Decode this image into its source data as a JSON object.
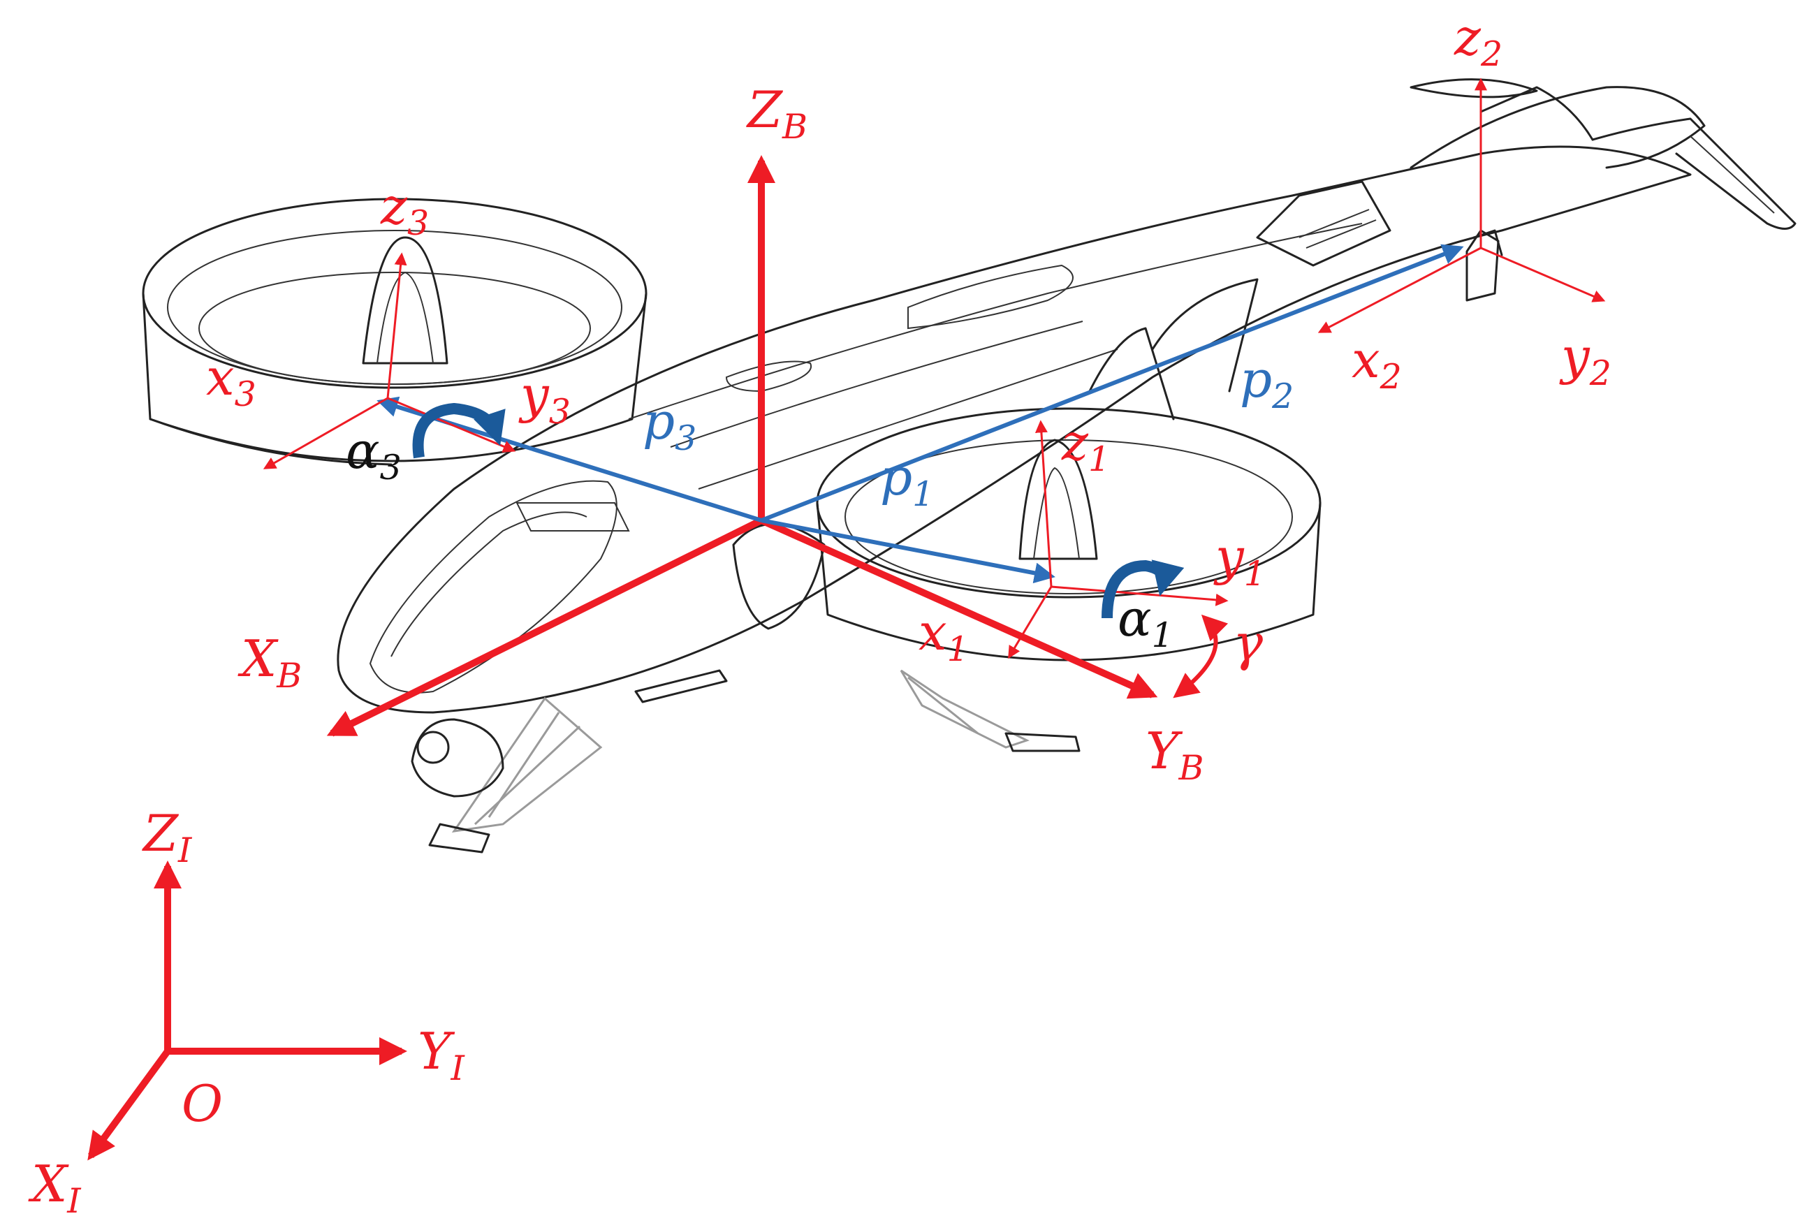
{
  "colors": {
    "frame_axis": "#ee1c25",
    "position_vector": "#2e6fba",
    "rotation_arrow": "#1b5a9a",
    "outline": "#222222"
  },
  "labels": {
    "ZI": {
      "main": "Z",
      "sub": "I"
    },
    "YI": {
      "main": "Y",
      "sub": "I"
    },
    "XI": {
      "main": "X",
      "sub": "I"
    },
    "O": {
      "main": "O"
    },
    "ZB": {
      "main": "Z",
      "sub": "B"
    },
    "YB": {
      "main": "Y",
      "sub": "B"
    },
    "XB": {
      "main": "X",
      "sub": "B"
    },
    "z1": {
      "main": "z",
      "sub": "1"
    },
    "y1": {
      "main": "y",
      "sub": "1"
    },
    "x1": {
      "main": "x",
      "sub": "1"
    },
    "z2": {
      "main": "z",
      "sub": "2"
    },
    "y2": {
      "main": "y",
      "sub": "2"
    },
    "x2": {
      "main": "x",
      "sub": "2"
    },
    "z3": {
      "main": "z",
      "sub": "3"
    },
    "y3": {
      "main": "y",
      "sub": "3"
    },
    "x3": {
      "main": "x",
      "sub": "3"
    },
    "p1": {
      "main": "p",
      "sub": "1"
    },
    "p2": {
      "main": "p",
      "sub": "2"
    },
    "p3": {
      "main": "p",
      "sub": "3"
    },
    "alpha1": {
      "main": "α",
      "sub": "1"
    },
    "alpha3": {
      "main": "α",
      "sub": "3"
    },
    "gamma": {
      "main": "γ"
    }
  }
}
